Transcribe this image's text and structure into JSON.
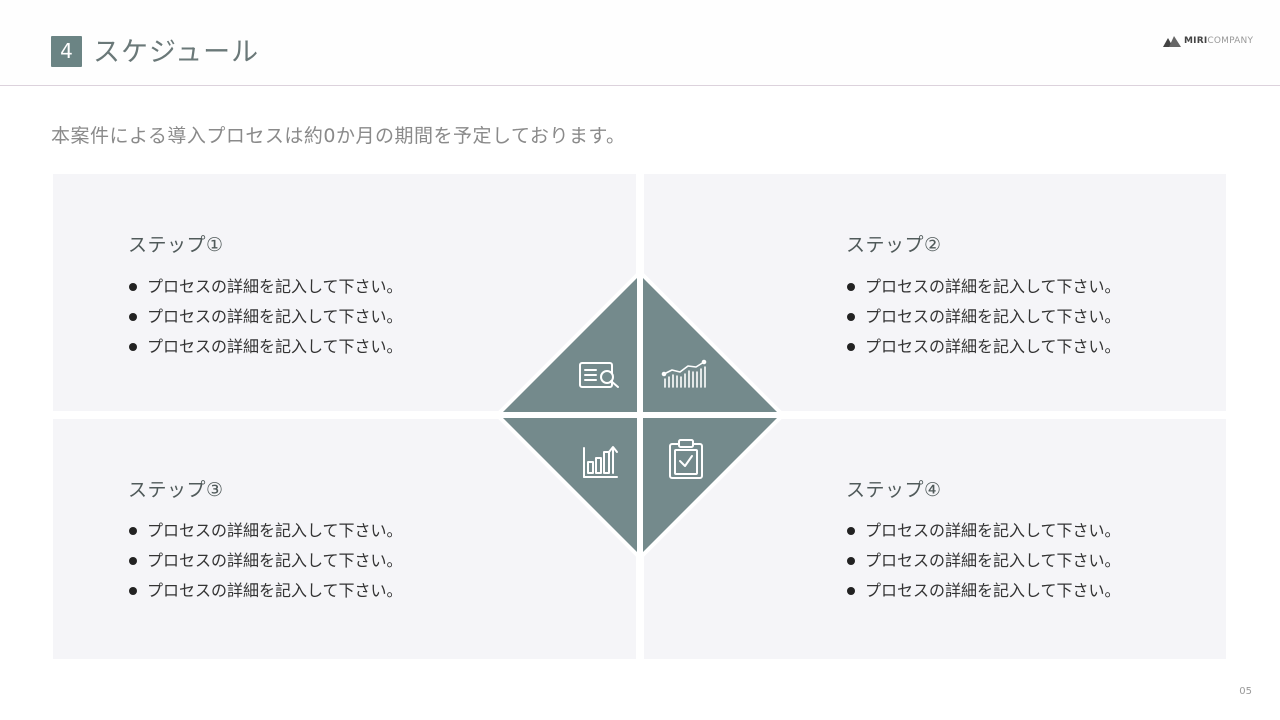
{
  "header": {
    "section_number": "4",
    "title": "スケジュール",
    "logo_bold": "MIRI",
    "logo_light": "COMPANY"
  },
  "subtitle": "本案件による導入プロセスは約0か月の期間を予定しております。",
  "steps": [
    {
      "title": "ステップ①",
      "items": [
        "プロセスの詳細を記入して下さい。",
        "プロセスの詳細を記入して下さい。",
        "プロセスの詳細を記入して下さい。"
      ]
    },
    {
      "title": "ステップ②",
      "items": [
        "プロセスの詳細を記入して下さい。",
        "プロセスの詳細を記入して下さい。",
        "プロセスの詳細を記入して下さい。"
      ]
    },
    {
      "title": "ステップ③",
      "items": [
        "プロセスの詳細を記入して下さい。",
        "プロセスの詳細を記入して下さい。",
        "プロセスの詳細を記入して下さい。"
      ]
    },
    {
      "title": "ステップ④",
      "items": [
        "プロセスの詳細を記入して下さい。",
        "プロセスの詳細を記入して下さい。",
        "プロセスの詳細を記入して下さい。"
      ]
    }
  ],
  "icons": [
    "document-search-icon",
    "line-chart-icon",
    "bar-chart-growth-icon",
    "clipboard-check-icon"
  ],
  "colors": {
    "accent": "#748a8c",
    "badge": "#6b8484",
    "panel_bg": "#f5f5f8"
  },
  "page_number": "05"
}
